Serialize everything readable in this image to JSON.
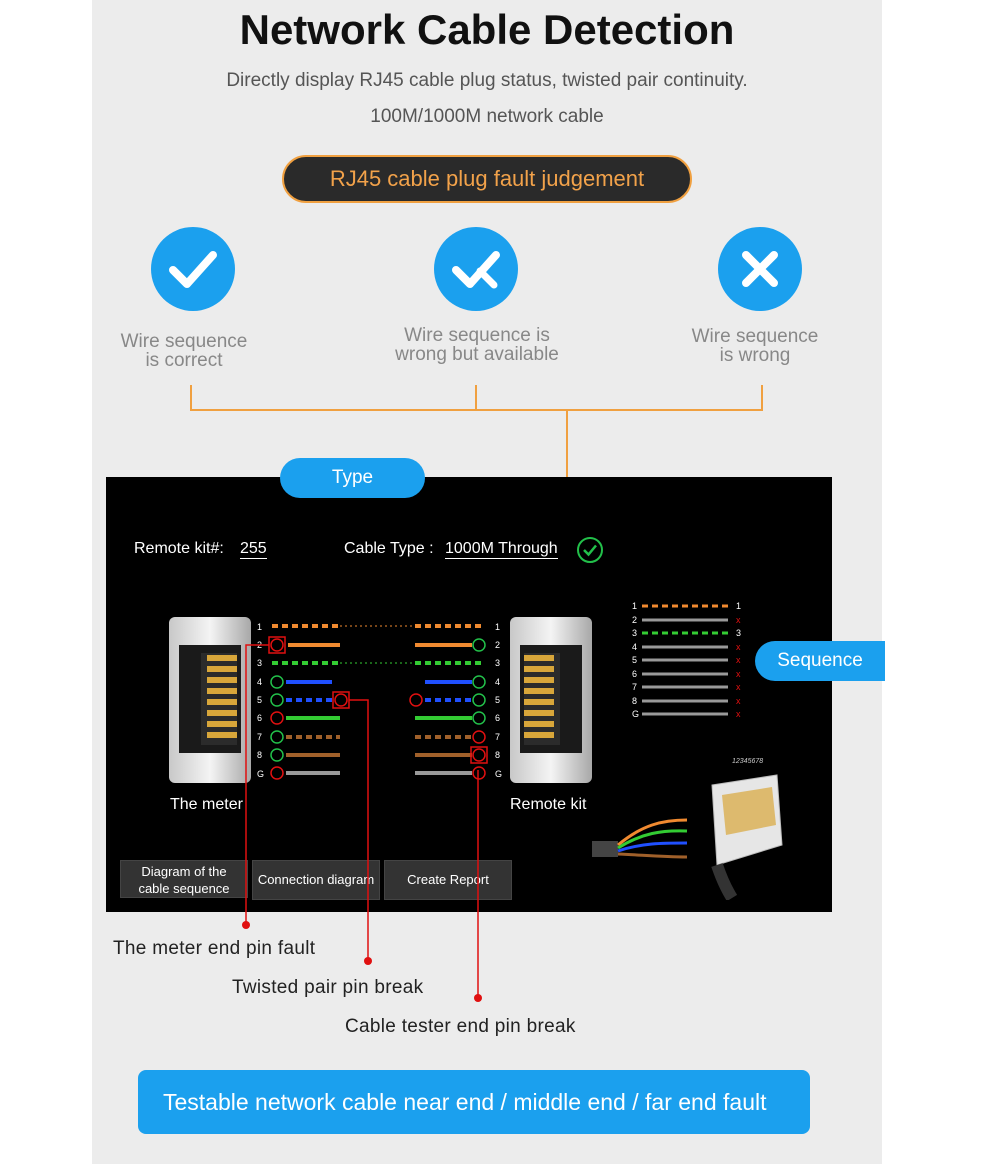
{
  "header": {
    "title": "Network Cable Detection",
    "subtitle_line1": "Directly display RJ45 cable plug status, twisted pair continuity.",
    "subtitle_line2": "100M/1000M network cable"
  },
  "fault_badge": "RJ45 cable plug fault judgement",
  "status_cards": [
    {
      "icon": "check-icon",
      "line1": "Wire sequence",
      "line2": "is correct"
    },
    {
      "icon": "partial-check-icon",
      "line1": "Wire sequence is",
      "line2": "wrong but available"
    },
    {
      "icon": "cross-icon",
      "line1": "Wire sequence",
      "line2": "is wrong"
    }
  ],
  "type_label": "Type",
  "sequence_label": "Sequence",
  "screen": {
    "remote_kit_label": "Remote kit#:",
    "remote_kit_value": "255",
    "cable_type_label": "Cable Type :",
    "cable_type_value": "1000M Through",
    "meter_label": "The meter",
    "remote_label": "Remote kit",
    "connector_code": "12345678",
    "pins": [
      "1",
      "2",
      "3",
      "4",
      "5",
      "6",
      "7",
      "8",
      "G"
    ],
    "tabs": [
      {
        "line1": "Diagram of the",
        "line2": "cable sequence"
      },
      {
        "line1": "Connection diagram",
        "line2": ""
      },
      {
        "line1": "Create Report",
        "line2": ""
      }
    ]
  },
  "callouts": [
    "The meter end pin fault",
    "Twisted pair pin break",
    "Cable tester end pin break"
  ],
  "footer_banner": "Testable network cable near end / middle end / far end fault",
  "colors": {
    "accent_blue": "#1ba0ee",
    "accent_orange": "#f0a040",
    "fault_red": "#e01010",
    "ok_green": "#22c04a"
  }
}
